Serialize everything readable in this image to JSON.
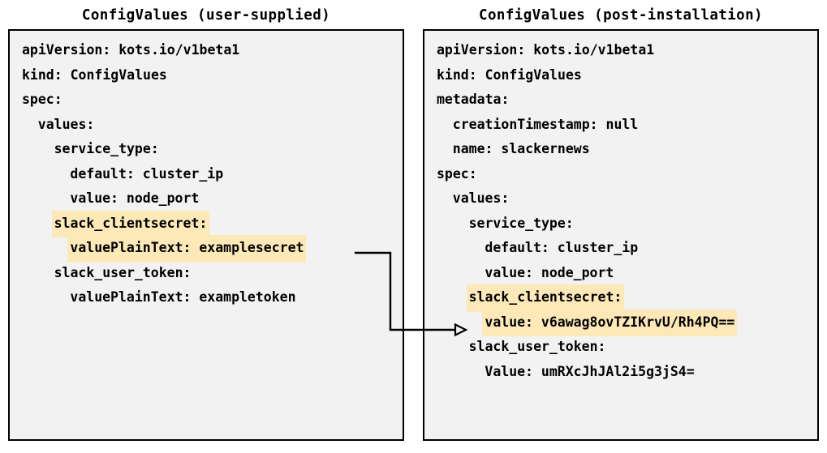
{
  "colors": {
    "highlight": "#fde9b8",
    "panel_bg": "#f2f2f2",
    "border": "#000000",
    "text": "#000000",
    "arrow": "#000000"
  },
  "panels": [
    {
      "title": "ConfigValues (user-supplied)",
      "lines": [
        {
          "indent": 0,
          "text": "apiVersion: kots.io/v1beta1",
          "highlight": false
        },
        {
          "indent": 0,
          "text": "kind: ConfigValues",
          "highlight": false
        },
        {
          "indent": 0,
          "text": "spec:",
          "highlight": false
        },
        {
          "indent": 1,
          "text": "values:",
          "highlight": false
        },
        {
          "indent": 2,
          "text": "service_type:",
          "highlight": false
        },
        {
          "indent": 3,
          "text": "default: cluster_ip",
          "highlight": false
        },
        {
          "indent": 3,
          "text": "value: node_port",
          "highlight": false
        },
        {
          "indent": 2,
          "text": "slack_clientsecret:",
          "highlight": true
        },
        {
          "indent": 3,
          "text": "valuePlainText: examplesecret",
          "highlight": true
        },
        {
          "indent": 2,
          "text": "slack_user_token:",
          "highlight": false
        },
        {
          "indent": 3,
          "text": "valuePlainText: exampletoken",
          "highlight": false
        }
      ]
    },
    {
      "title": "ConfigValues (post-installation)",
      "lines": [
        {
          "indent": 0,
          "text": "apiVersion: kots.io/v1beta1",
          "highlight": false
        },
        {
          "indent": 0,
          "text": "kind: ConfigValues",
          "highlight": false
        },
        {
          "indent": 0,
          "text": "metadata:",
          "highlight": false
        },
        {
          "indent": 1,
          "text": "creationTimestamp: null",
          "highlight": false
        },
        {
          "indent": 1,
          "text": "name: slackernews",
          "highlight": false
        },
        {
          "indent": 0,
          "text": "spec:",
          "highlight": false
        },
        {
          "indent": 1,
          "text": "values:",
          "highlight": false
        },
        {
          "indent": 2,
          "text": "service_type:",
          "highlight": false
        },
        {
          "indent": 3,
          "text": "default: cluster_ip",
          "highlight": false
        },
        {
          "indent": 3,
          "text": "value: node_port",
          "highlight": false
        },
        {
          "indent": 2,
          "text": "slack_clientsecret:",
          "highlight": true
        },
        {
          "indent": 3,
          "text": "value: v6awag8ovTZIKrvU/Rh4PQ==",
          "highlight": true
        },
        {
          "indent": 2,
          "text": "slack_user_token:",
          "highlight": false
        },
        {
          "indent": 3,
          "text": "Value: umRXcJhJAl2i5g3jS4=",
          "highlight": false
        }
      ]
    }
  ],
  "connector": {
    "from_label": "valuePlainText: examplesecret",
    "to_label": "value: v6awag8ovTZIKrvU/Rh4PQ=="
  }
}
